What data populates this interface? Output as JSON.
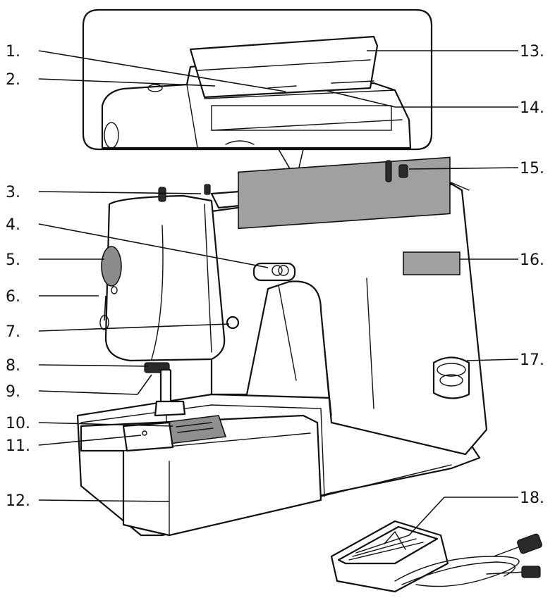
{
  "labels": [
    "1.",
    "2.",
    "3.",
    "4.",
    "5.",
    "6.",
    "7.",
    "8.",
    "9.",
    "10.",
    "11.",
    "12.",
    "13.",
    "14.",
    "15.",
    "16.",
    "17.",
    "18."
  ]
}
